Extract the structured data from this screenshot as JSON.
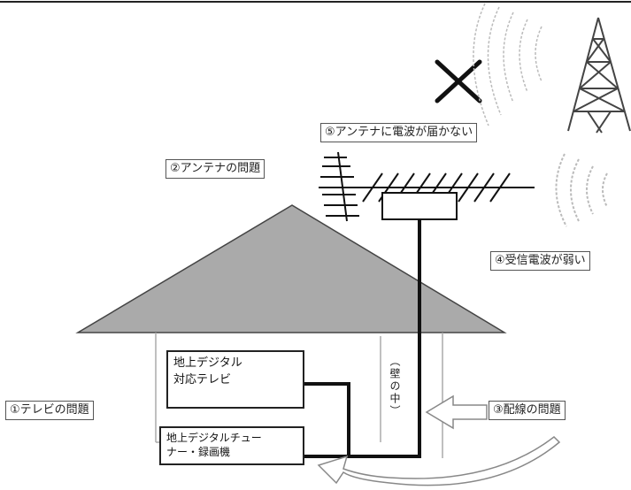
{
  "labels": {
    "tv_problem": "①テレビの問題",
    "antenna_problem": "②アンテナの問題",
    "wiring_problem": "③配線の問題",
    "weak_signal": "④受信電波が弱い",
    "no_signal": "⑤アンテナに電波が届かない"
  },
  "devices": {
    "tv_line1": "地上デジタル",
    "tv_line2": "対応テレビ",
    "tuner_line1": "地上デジタルチュー",
    "tuner_line2": "ナー・録画機"
  },
  "wall": {
    "paren_open": "︵",
    "text": "壁の中",
    "paren_close": "︶"
  },
  "colors": {
    "roof": "#aaaaaa",
    "line": "#111111",
    "wave": "#bbbbbb",
    "label_border": "#555555"
  }
}
